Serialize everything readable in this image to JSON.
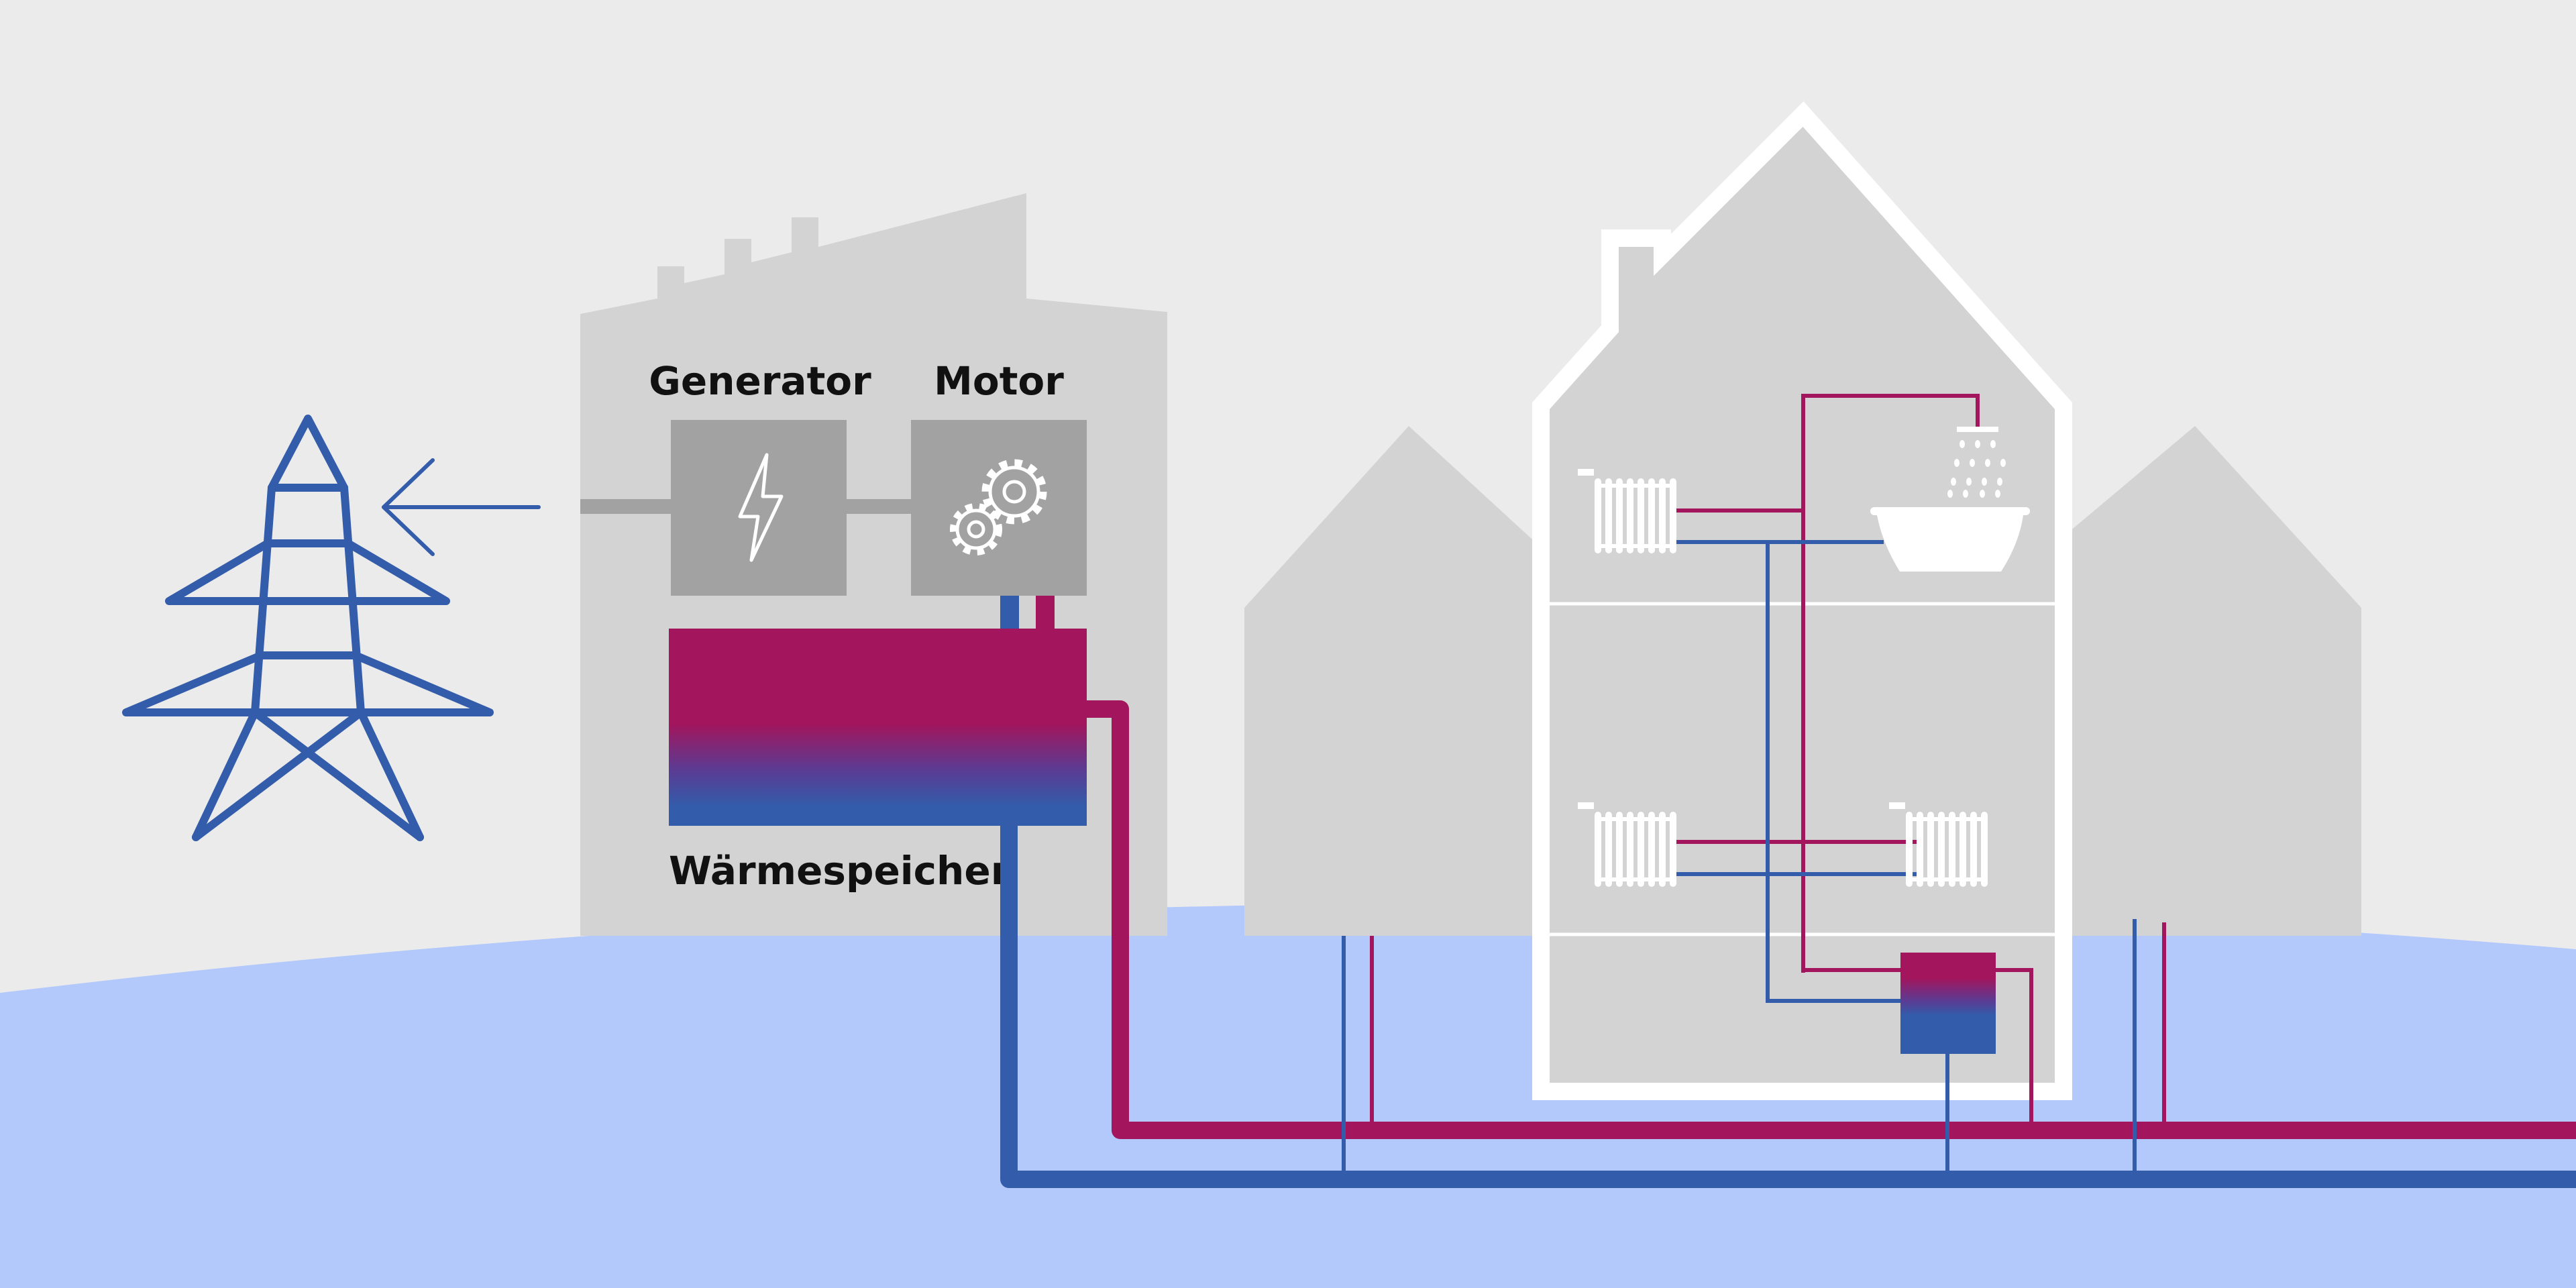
{
  "labels": {
    "generator": "Generator",
    "motor": "Motor",
    "storage": "Wärmespeicher"
  },
  "icons": {
    "pylon": "power-pylon-icon",
    "lightning": "lightning-bolt-icon",
    "gears": "gears-icon",
    "shower": "shower-head-icon",
    "bathtub": "bathtub-icon",
    "radiator": "radiator-icon"
  },
  "colors": {
    "background": "#ebebeb",
    "ground": "#b3c9fb",
    "building": "#d3d3d3",
    "machine": "#a2a2a2",
    "hot_line": "#a3155c",
    "cold_line": "#335caa",
    "text": "#111111"
  }
}
